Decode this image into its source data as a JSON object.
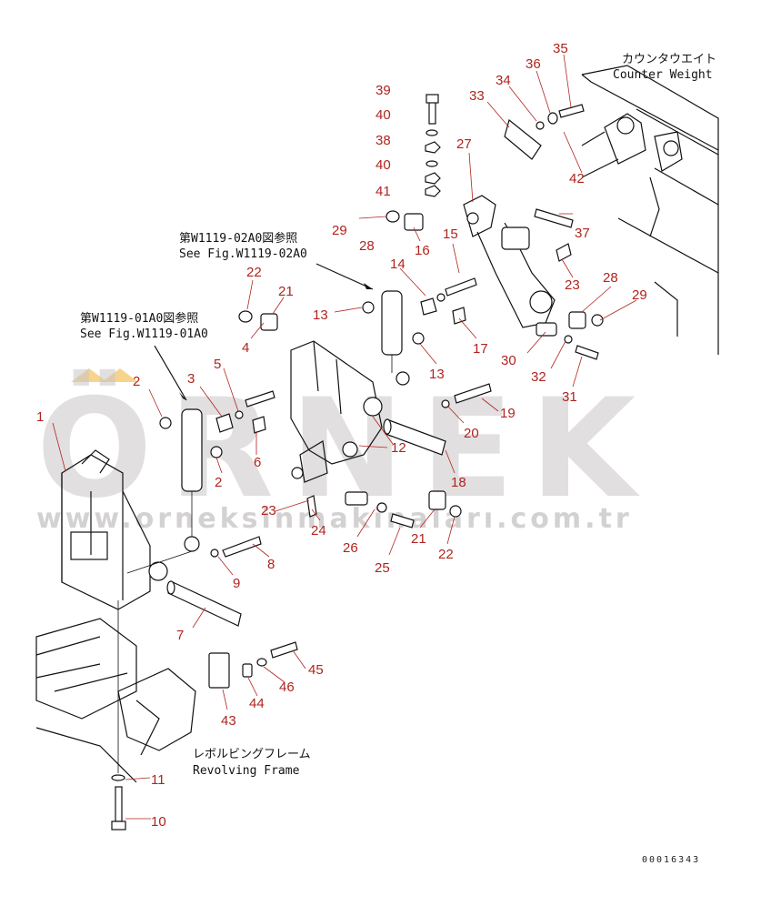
{
  "diagram": {
    "labels": {
      "counter_weight_jp": "カウンタウエイト",
      "counter_weight_en": "Counter Weight",
      "revolving_frame_jp": "レボルビングフレーム",
      "revolving_frame_en": "Revolving Frame",
      "ref_02_jp": "第W1119-02A0図参照",
      "ref_02_en": "See Fig.W1119-02A0",
      "ref_01_jp": "第W1119-01A0図参照",
      "ref_01_en": "See Fig.W1119-01A0",
      "drawing_code": "00016343"
    },
    "watermark": {
      "brand": "ÖRNEK",
      "url": "www.orneksinmakinaları.com.tr"
    },
    "part_numbers": [
      "1",
      "2",
      "2",
      "3",
      "4",
      "5",
      "6",
      "7",
      "8",
      "9",
      "10",
      "11",
      "12",
      "13",
      "13",
      "14",
      "15",
      "16",
      "17",
      "18",
      "19",
      "20",
      "21",
      "21",
      "22",
      "22",
      "23",
      "23",
      "24",
      "25",
      "26",
      "27",
      "28",
      "28",
      "29",
      "29",
      "30",
      "31",
      "32",
      "33",
      "34",
      "35",
      "36",
      "37",
      "38",
      "39",
      "40",
      "40",
      "41",
      "42",
      "43",
      "44",
      "45",
      "46"
    ],
    "colors": {
      "label": "#b0241e",
      "line": "#111111",
      "watermark": "#c9c6c8",
      "accent": "#f0c060"
    }
  }
}
